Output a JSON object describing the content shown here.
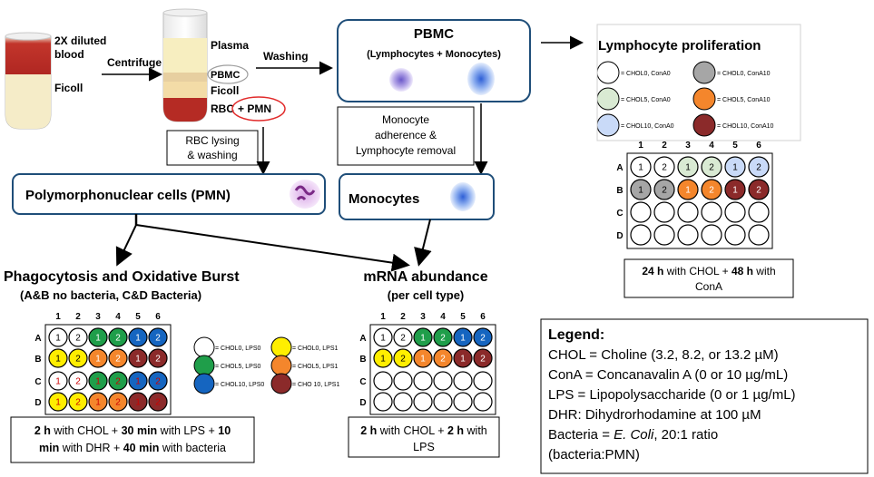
{
  "tubes": {
    "tube1_label1": "2X diluted",
    "tube1_label2": "blood",
    "tube1_label3": "Ficoll",
    "centrifuge": "Centrifuge",
    "plasma": "Plasma",
    "pbmc": "PBMC",
    "ficoll": "Ficoll",
    "rbc": "RBC",
    "pmn": "+ PMN",
    "washing": "Washing"
  },
  "pbmc_box": {
    "title": "PBMC",
    "subtitle": "(Lymphocytes   + Monocytes)"
  },
  "rbc_lysing": {
    "line1": "RBC lysing",
    "line2": "& washing"
  },
  "monocyte_adherence": {
    "line1": "Monocyte",
    "line2": "adherence &",
    "line3": "Lymphocyte removal"
  },
  "pmn_box": {
    "label": "Polymorphonuclear cells (PMN)"
  },
  "mono_box": {
    "label": "Monocytes"
  },
  "lymph": {
    "title": "Lymphocyte proliferation",
    "legend": [
      "= CHOL0, ConA0",
      "= CHOL0, ConA10",
      "= CHOL5, ConA0",
      "= CHOL5, ConA10",
      "= CHOL10, ConA0",
      "= CHOL10, ConA10"
    ],
    "caption_bold1": "24 h",
    "caption_t1": " with CHOL + ",
    "caption_bold2": "48 h",
    "caption_t2": " with",
    "caption_line2": "ConA"
  },
  "phago": {
    "title": "Phagocytosis and Oxidative Burst",
    "subtitle": "(A&B no bacteria, C&D Bacteria)",
    "legend": [
      "= CHOL0, LPS0",
      "= CHOL0, LPS1",
      "= CHOL5, LPS0",
      "= CHOL5, LPS1",
      "= CHOL10, LPS0",
      "= CHO 10, LPS1"
    ],
    "cap_b1": "2 h",
    "cap_t1": " with CHOL + ",
    "cap_b2": "30 min",
    "cap_t2": " with LPS + ",
    "cap_b3": "10",
    "cap_b4": "min",
    "cap_t3": " with DHR + ",
    "cap_b5": "40 min",
    "cap_t4": " with bacteria"
  },
  "mrna": {
    "title": "mRNA abundance",
    "subtitle": "(per cell type)",
    "cap_b1": "2 h",
    "cap_t1": " with CHOL + ",
    "cap_b2": "2 h",
    "cap_t2": " with",
    "cap_line2": "LPS"
  },
  "plates": {
    "cols": [
      "1",
      "2",
      "3",
      "4",
      "5",
      "6"
    ],
    "rows": [
      "A",
      "B",
      "C",
      "D"
    ]
  },
  "legend_box": {
    "title": "Legend:",
    "line1": "CHOL = Choline (3.2, 8.2, or 13.2 µM)",
    "line2": "ConA = Concanavalin A (0 or 10 µg/mL)",
    "line3": "LPS = Lipopolysaccharide (0 or 1 µg/mL)",
    "line4": "DHR: Dihydrorhodamine at 100 µM",
    "line5a": "Bacteria = ",
    "line5b": "E. Coli",
    "line5c": ", 20:1 ratio",
    "line6": "(bacteria:PMN)"
  },
  "colors": {
    "white": "#ffffff",
    "lightgreen": "#d9ead3",
    "lightblue": "#c9daf8",
    "grey": "#a6a6a6",
    "orange": "#f4862c",
    "darkred": "#8b2a2a",
    "yellow": "#ffee00",
    "green": "#1f9e4a",
    "blue": "#1565c0"
  }
}
